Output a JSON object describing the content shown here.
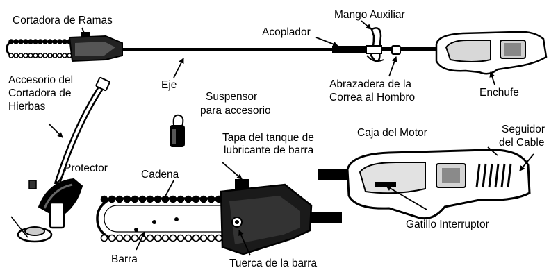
{
  "labels": {
    "cortadora_ramas": "Cortadora de Ramas",
    "mango_auxiliar": "Mango Auxiliar",
    "acoplador": "Acoplador",
    "eje": "Eje",
    "accesorio_l1": "Accesorio del",
    "accesorio_l2": "Cortadora de",
    "accesorio_l3": "Hierbas",
    "suspensor_l1": "Suspensor",
    "suspensor_l2": "para accesorio",
    "abrazadera_l1": "Abrazadera de la",
    "abrazadera_l2": "Correa al Hombro",
    "enchufe": "Enchufe",
    "tapa_l1": "Tapa del tanque de",
    "tapa_l2": "lubricante de barra",
    "caja_motor": "Caja del Motor",
    "seguidor_l1": "Seguidor",
    "seguidor_l2": "del Cable",
    "protector": "Protector",
    "cadena": "Cadena",
    "gatillo": "Gatillo Interruptor",
    "barra": "Barra",
    "tuerca": "Tuerca de la barra"
  },
  "colors": {
    "ink": "#000000",
    "paper": "#ffffff",
    "shade": "#bdbdbd"
  }
}
